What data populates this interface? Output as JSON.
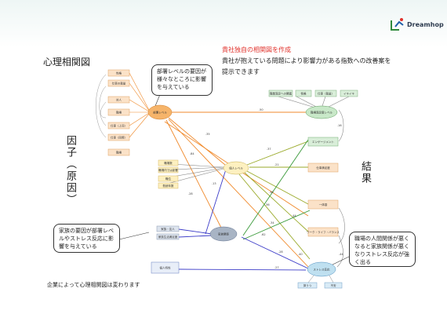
{
  "title": "心理相関図",
  "left_label": "因子（原因）",
  "right_label": "結果",
  "header": {
    "red": "貴社独自の相関図を作成",
    "desc": "貴社が抱えている問題により影響力がある指数への改善案を提示できます"
  },
  "callouts": {
    "dept": "部署レベルの要因が様々なところに影響を与えている",
    "family": "家族の要因が部署レベルやストレス反応に影響を与えている",
    "workplace": "職場の人間関係が悪くなると家族関係が悪くなりストレス反応が強く出る"
  },
  "footnote": "企業によって心理相関図は変わります",
  "logo": {
    "text": "Dreamhop"
  },
  "colors": {
    "orange": "#f08a2c",
    "olive": "#9aaa2a",
    "green": "#3a9a3a",
    "blue": "#3c3cc8",
    "red": "#e0302a"
  },
  "nodes": {
    "left_boxes": [
      "性格",
      "仕事の裁量",
      "対人",
      "職場",
      "仕事（上司）",
      "仕事（同僚）",
      "職場"
    ],
    "dept_ellipse": "部署レベル",
    "mid_boxes": [
      "職場数",
      "職場内では影響",
      "職位",
      "勤続年数"
    ],
    "individual_ellipse": "個人レベル",
    "family_boxes": [
      "家族・友人",
      "家族生活満足度"
    ],
    "family_ellipse": "家族関係",
    "bottom_left_box": "個人特性",
    "top_right_boxes": [
      "職業満足への関連",
      "性格",
      "仕事（裁量）",
      "イキイキ"
    ],
    "top_right_ellipse": "職場満足度レベル",
    "right_boxes": [
      "エンゲージメント",
      "仕事満足度",
      "一体感",
      "ワーク・ライフ・バランス"
    ],
    "bottom_right_ellipse": "ストレス反応",
    "bottom_right_small": [
      "抑うつ",
      "不安"
    ]
  },
  "coefficients": [
    ".50",
    ".35",
    ".84",
    ".13",
    ".28",
    ".37",
    ".21",
    ".38",
    ".36",
    ".44",
    ".34",
    ".62",
    ".28",
    ".40",
    ".27",
    ".16",
    ".44"
  ]
}
